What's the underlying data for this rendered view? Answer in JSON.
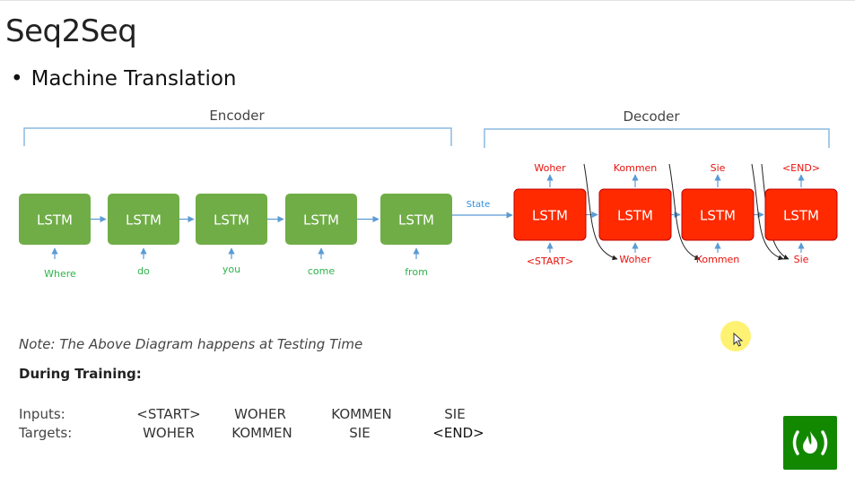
{
  "title": "Seq2Seq",
  "bullet": "Machine Translation",
  "encoder_label": "Encoder",
  "decoder_label": "Decoder",
  "state_label": "State",
  "cell_label": "LSTM",
  "encoder_inputs": [
    "Where",
    "do",
    "you",
    "come",
    "from"
  ],
  "decoder_inputs": [
    "<START>",
    "Woher",
    "Kommen",
    "Sie"
  ],
  "decoder_outputs": [
    "Woher",
    "Kommen",
    "Sie",
    "<END>"
  ],
  "note": "Note: The Above Diagram happens at Testing Time",
  "training_heading": "During Training:",
  "inputs_label": "Inputs:",
  "targets_label": "Targets:",
  "training_inputs": [
    "<START>",
    "WOHER",
    "KOMMEN",
    "SIE"
  ],
  "training_targets": [
    "WOHER",
    "KOMMEN",
    "SIE",
    "<END>"
  ],
  "colors": {
    "encoder_cell": "#70ad47",
    "decoder_cell": "#ff2a00",
    "encoder_text": "#2db34a",
    "decoder_text": "#e8120c",
    "bracket": "#8cb8e0",
    "arrow": "#5b9bd5",
    "logo": "#128800"
  },
  "logo_icon": "freecodecamp-fire-icon"
}
